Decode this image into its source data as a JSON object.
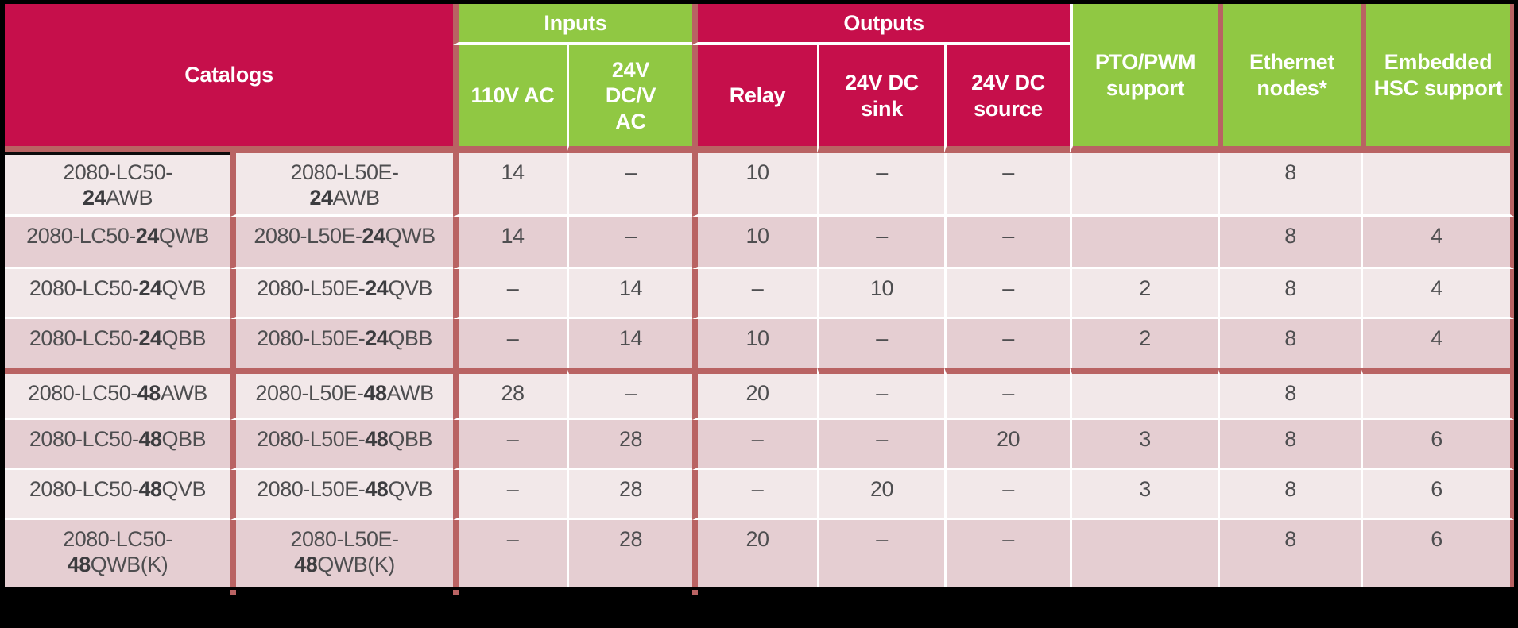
{
  "colors": {
    "header_red": "#C60F4B",
    "header_green": "#90C843",
    "grid_maroon": "#B96363",
    "row_light": "#F2E8E9",
    "row_dark": "#E5CED2",
    "cell_text": "#4E4E50",
    "background": "#000000"
  },
  "chart_data": {
    "type": "table",
    "header": {
      "catalogs": "Catalogs",
      "inputs": "Inputs",
      "outputs": "Outputs",
      "pto": "PTO/PWM support",
      "ethernet": "Ethernet nodes*",
      "hsc": "Embedded HSC support",
      "sub": [
        "110V AC",
        "24V DC/V AC",
        "Relay",
        "24V DC sink",
        "24V DC source"
      ]
    },
    "value_columns": [
      "110V AC",
      "24V DC/V AC",
      "Relay",
      "24V DC sink",
      "24V DC source",
      "PTO/PWM support",
      "Ethernet nodes*",
      "Embedded HSC support"
    ],
    "rows": [
      {
        "lc50": {
          "l1": "2080-LC50-",
          "b": "24",
          "l2": "AWB"
        },
        "l50e": {
          "l1": "2080-L50E-",
          "b": "24",
          "l2": "AWB"
        },
        "two_line": true,
        "group_start": false,
        "values": [
          "14",
          "–",
          "10",
          "–",
          "–",
          "",
          "8",
          ""
        ]
      },
      {
        "lc50": {
          "l1": "2080-LC50-",
          "b": "24",
          "l2": "QWB"
        },
        "l50e": {
          "l1": "2080-L50E-",
          "b": "24",
          "l2": "QWB"
        },
        "two_line": false,
        "group_start": false,
        "values": [
          "14",
          "–",
          "10",
          "–",
          "–",
          "",
          "8",
          "4"
        ]
      },
      {
        "lc50": {
          "l1": "2080-LC50-",
          "b": "24",
          "l2": "QVB"
        },
        "l50e": {
          "l1": "2080-L50E-",
          "b": "24",
          "l2": "QVB"
        },
        "two_line": false,
        "group_start": false,
        "values": [
          "–",
          "14",
          "–",
          "10",
          "–",
          "2",
          "8",
          "4"
        ]
      },
      {
        "lc50": {
          "l1": "2080-LC50-",
          "b": "24",
          "l2": "QBB"
        },
        "l50e": {
          "l1": "2080-L50E-",
          "b": "24",
          "l2": "QBB"
        },
        "two_line": false,
        "group_start": false,
        "values": [
          "–",
          "14",
          "10",
          "–",
          "–",
          "2",
          "8",
          "4"
        ]
      },
      {
        "lc50": {
          "l1": "2080-LC50-",
          "b": "48",
          "l2": "AWB"
        },
        "l50e": {
          "l1": "2080-L50E-",
          "b": "48",
          "l2": "AWB"
        },
        "two_line": false,
        "group_start": true,
        "values": [
          "28",
          "–",
          "20",
          "–",
          "–",
          "",
          "8",
          ""
        ]
      },
      {
        "lc50": {
          "l1": "2080-LC50-",
          "b": "48",
          "l2": "QBB"
        },
        "l50e": {
          "l1": "2080-L50E-",
          "b": "48",
          "l2": "QBB"
        },
        "two_line": false,
        "group_start": false,
        "values": [
          "–",
          "28",
          "–",
          "–",
          "20",
          "3",
          "8",
          "6"
        ]
      },
      {
        "lc50": {
          "l1": "2080-LC50-",
          "b": "48",
          "l2": "QVB"
        },
        "l50e": {
          "l1": "2080-L50E-",
          "b": "48",
          "l2": "QVB"
        },
        "two_line": false,
        "group_start": false,
        "values": [
          "–",
          "28",
          "–",
          "20",
          "–",
          "3",
          "8",
          "6"
        ]
      },
      {
        "lc50": {
          "l1": "2080-LC50-",
          "b": "48",
          "l2": "QWB(K)"
        },
        "l50e": {
          "l1": "2080-L50E-",
          "b": "48",
          "l2": "QWB(K)"
        },
        "two_line": true,
        "group_start": false,
        "values": [
          "–",
          "28",
          "20",
          "–",
          "–",
          "",
          "8",
          "6"
        ]
      }
    ]
  }
}
